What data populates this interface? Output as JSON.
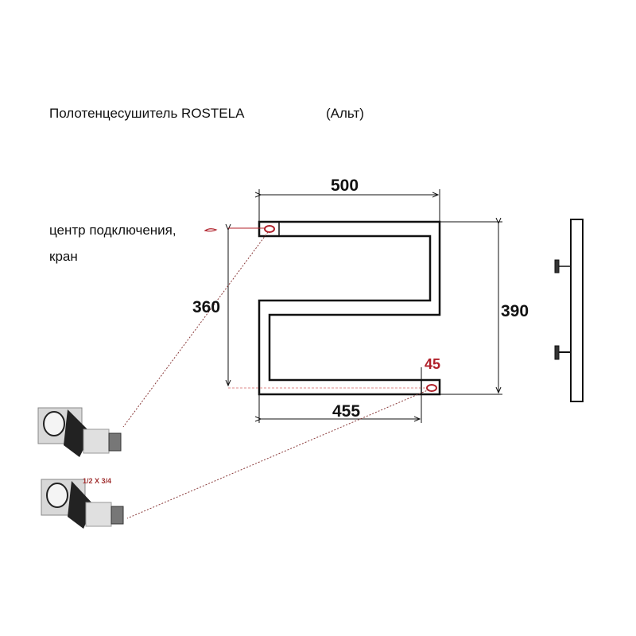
{
  "title": {
    "product": "Полотенцесушитель ROSTELA",
    "model": "(Альт)"
  },
  "labels": {
    "connection_line1": "центр подключения,",
    "connection_line2": "кран",
    "valve_size": "1/2 Х 3/4"
  },
  "dimensions": {
    "width_top": "500",
    "height_total": "390",
    "height_centers": "360",
    "width_bottom": "455",
    "offset": "45"
  },
  "colors": {
    "line": "#111111",
    "accent": "#b0202a"
  }
}
